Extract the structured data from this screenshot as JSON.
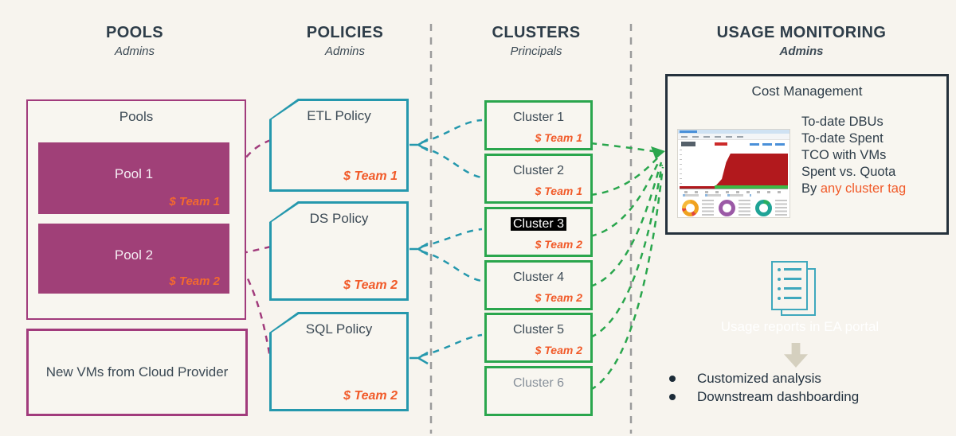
{
  "columns": {
    "pools": {
      "title": "POOLS",
      "subtitle": "Admins"
    },
    "policies": {
      "title": "POLICIES",
      "subtitle": "Admins"
    },
    "clusters": {
      "title": "CLUSTERS",
      "subtitle": "Principals"
    },
    "usage": {
      "title": "USAGE MONITORING",
      "subtitle": "Admins"
    }
  },
  "pools": {
    "group_label": "Pools",
    "items": [
      {
        "name": "Pool 1",
        "team": "$ Team 1"
      },
      {
        "name": "Pool 2",
        "team": "$ Team 2"
      }
    ],
    "new_vms_label": "New VMs from Cloud Provider"
  },
  "policies": [
    {
      "name": "ETL Policy",
      "team": "$ Team 1"
    },
    {
      "name": "DS Policy",
      "team": "$ Team 2"
    },
    {
      "name": "SQL Policy",
      "team": "$ Team 2"
    }
  ],
  "clusters": [
    {
      "name": "Cluster 1",
      "team": "$ Team 1"
    },
    {
      "name": "Cluster 2",
      "team": "$ Team 1"
    },
    {
      "name": "Cluster 3",
      "team": "$ Team 2",
      "highlighted": true
    },
    {
      "name": "Cluster 4",
      "team": "$ Team 2"
    },
    {
      "name": "Cluster 5",
      "team": "$ Team 2"
    },
    {
      "name": "Cluster 6",
      "team": ""
    }
  ],
  "cost_management": {
    "title": "Cost Management",
    "metrics": [
      "To-date DBUs",
      "To-date Spent",
      "TCO with VMs",
      "Spent vs. Quota"
    ],
    "last_metric_prefix": "By ",
    "last_metric_highlight": "any cluster tag"
  },
  "usage_reports_caption": "Usage reports in EA portal",
  "outputs": [
    "Customized analysis",
    "Downstream dashboarding"
  ],
  "colors": {
    "background": "#f7f4ee",
    "magenta": "#a13b7c",
    "pool_fill": "#a04078",
    "teal": "#2598ad",
    "green": "#2aa64d",
    "navy": "#25313c",
    "orange": "#f15b2a",
    "divider_grey": "#9b9b9b",
    "arrow_tan": "#d5d0bf",
    "icon_teal": "#3fa8bd"
  }
}
